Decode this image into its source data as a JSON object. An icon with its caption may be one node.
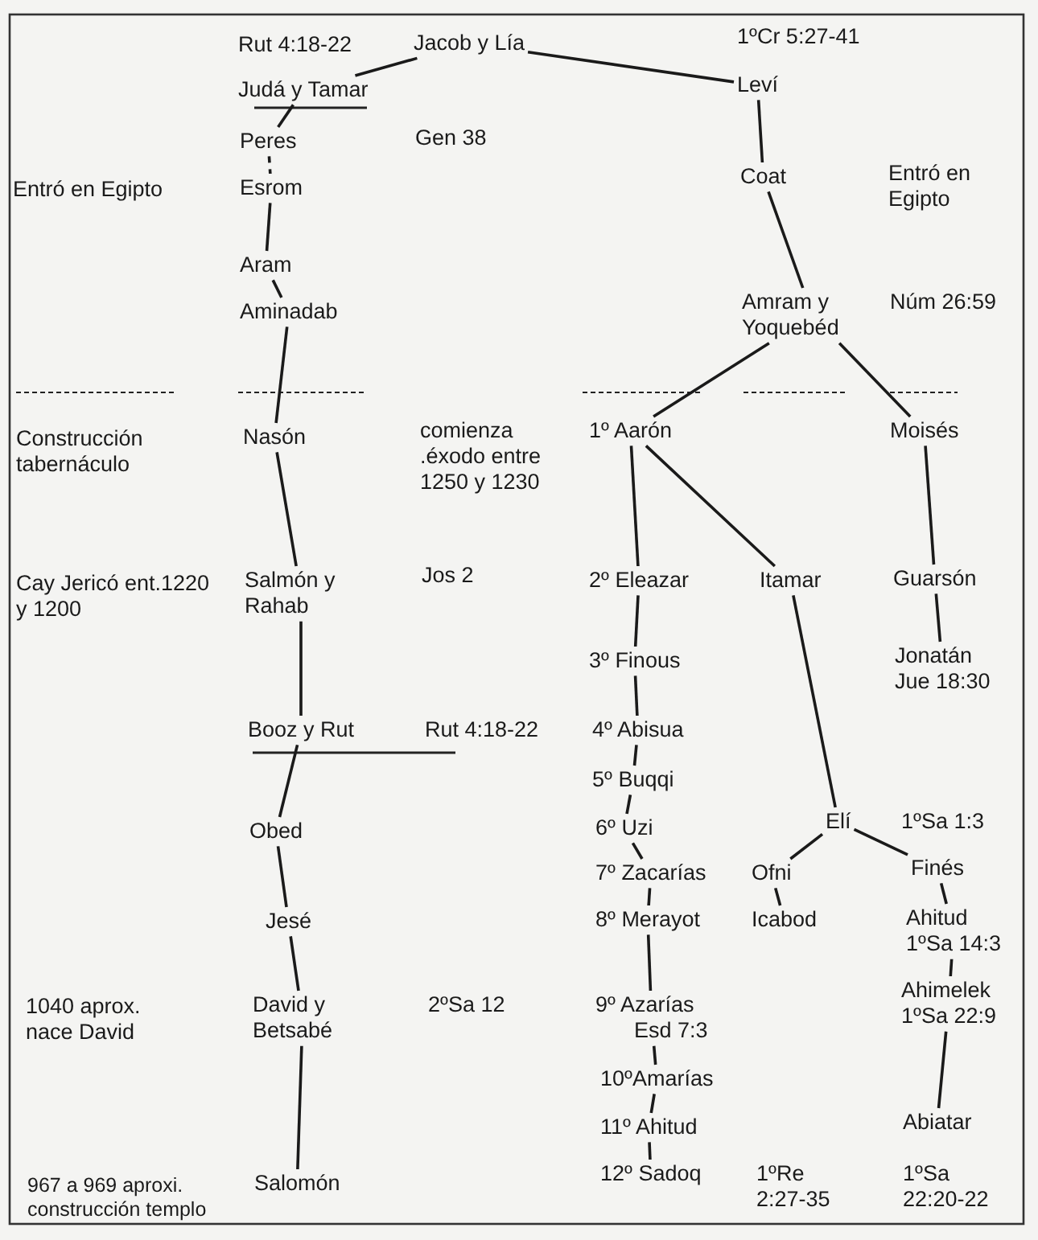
{
  "diagram": {
    "nodes": [
      {
        "text": [
          "Jacob y Lía"
        ]
      },
      {
        "text": [
          "Judá y Tamar"
        ]
      },
      {
        "text": [
          "Leví"
        ]
      },
      {
        "text": [
          "Peres"
        ]
      },
      {
        "text": [
          "Esrom"
        ]
      },
      {
        "text": [
          "Coat"
        ]
      },
      {
        "text": [
          "Aram"
        ]
      },
      {
        "text": [
          "Aminadab"
        ]
      },
      {
        "text": [
          "Amram y Yoquebéd"
        ]
      },
      {
        "text": [
          "Nasón"
        ]
      },
      {
        "text": [
          "1º Aarón"
        ]
      },
      {
        "text": [
          "Moisés"
        ]
      },
      {
        "text": [
          "Salmón y Rahab"
        ]
      },
      {
        "text": [
          "2º Eleazar"
        ]
      },
      {
        "text": [
          "Itamar"
        ]
      },
      {
        "text": [
          "Guarsón"
        ]
      },
      {
        "text": [
          "3º Finous"
        ]
      },
      {
        "text": [
          "Jonatán"
        ],
        "beside": [
          "Jue 18:30"
        ]
      },
      {
        "text": [
          "Booz y Rut"
        ]
      },
      {
        "text": [
          "4º Abisua"
        ]
      },
      {
        "text": [
          "5º Buqqi"
        ]
      },
      {
        "text": [
          "Obed"
        ]
      },
      {
        "text": [
          "6º Uzi"
        ]
      },
      {
        "text": [
          "Elí"
        ]
      },
      {
        "text": [
          "7º Zacarías"
        ]
      },
      {
        "text": [
          "Ofni"
        ]
      },
      {
        "text": [
          "Finés"
        ]
      },
      {
        "text": [
          "8º Merayot"
        ]
      },
      {
        "text": [
          "Icabod"
        ]
      },
      {
        "text": [
          "Ahitud"
        ],
        "beside": [
          "1ºSa 14:3"
        ]
      },
      {
        "text": [
          "Jesé"
        ]
      },
      {
        "text": [
          "David y Betsabé"
        ]
      },
      {
        "text": [
          "9º Azarías"
        ],
        "beside": [
          "Esd 7:3"
        ]
      },
      {
        "text": [
          "Ahimelek"
        ],
        "beside": [
          "1ºSa 22:9"
        ]
      },
      {
        "text": [
          "10ºAmarías"
        ]
      },
      {
        "text": [
          "11º Ahitud"
        ]
      },
      {
        "text": [
          "Abiatar"
        ]
      },
      {
        "text": [
          "12º Sadoq"
        ]
      },
      {
        "text": [
          "Salomón"
        ]
      }
    ],
    "edges": [
      {
        "from": 0,
        "to": 1,
        "arrow": "none"
      },
      {
        "from": 0,
        "to": 2,
        "arrow": "none"
      },
      {
        "from": 1,
        "to": 3,
        "arrow": "none"
      },
      {
        "from": 3,
        "to": 4,
        "arrow": "none",
        "style": "dashed"
      },
      {
        "from": 4,
        "to": 6,
        "arrow": "none"
      },
      {
        "from": 6,
        "to": 7,
        "arrow": "none"
      },
      {
        "from": 7,
        "to": 9,
        "arrow": "none"
      },
      {
        "from": 9,
        "to": 12,
        "arrow": "none"
      },
      {
        "from": 12,
        "to": 18,
        "arrow": "none"
      },
      {
        "from": 18,
        "to": 21,
        "arrow": "none"
      },
      {
        "from": 21,
        "to": 30,
        "arrow": "none"
      },
      {
        "from": 30,
        "to": 31,
        "arrow": "none"
      },
      {
        "from": 31,
        "to": 38,
        "arrow": "none"
      },
      {
        "from": 2,
        "to": 5,
        "arrow": "none"
      },
      {
        "from": 5,
        "to": 8,
        "arrow": "none"
      },
      {
        "from": 8,
        "to": 10,
        "arrow": "none"
      },
      {
        "from": 8,
        "to": 11,
        "arrow": "none"
      },
      {
        "from": 10,
        "to": 13,
        "arrow": "none"
      },
      {
        "from": 10,
        "to": 14,
        "arrow": "none"
      },
      {
        "from": 13,
        "to": 16,
        "arrow": "none"
      },
      {
        "from": 16,
        "to": 19,
        "arrow": "none"
      },
      {
        "from": 19,
        "to": 20,
        "arrow": "none"
      },
      {
        "from": 20,
        "to": 22,
        "arrow": "none"
      },
      {
        "from": 22,
        "to": 24,
        "arrow": "none"
      },
      {
        "from": 24,
        "to": 27,
        "arrow": "none"
      },
      {
        "from": 27,
        "to": 32,
        "arrow": "none"
      },
      {
        "from": 32,
        "to": 34,
        "arrow": "none"
      },
      {
        "from": 34,
        "to": 35,
        "arrow": "none"
      },
      {
        "from": 35,
        "to": 37,
        "arrow": "none"
      },
      {
        "from": 11,
        "to": 15,
        "arrow": "none"
      },
      {
        "from": 15,
        "to": 17,
        "arrow": "none"
      },
      {
        "from": 14,
        "to": 23,
        "arrow": "none"
      },
      {
        "from": 23,
        "to": 25,
        "arrow": "none"
      },
      {
        "from": 23,
        "to": 26,
        "arrow": "none"
      },
      {
        "from": 25,
        "to": 28,
        "arrow": "none"
      },
      {
        "from": 26,
        "to": 29,
        "arrow": "none"
      },
      {
        "from": 29,
        "to": 33,
        "arrow": "none"
      },
      {
        "from": 33,
        "to": 36,
        "arrow": "none"
      }
    ],
    "labels": [
      "Rut 4:18-22",
      "1ºCr 5:27-41",
      "Gen 38",
      "Entró en Egipto",
      "Entró en Egipto",
      "Núm 26:59",
      "Construcción tabernáculo",
      "comienza .éxodo entre 1250 y 1230",
      "Cay Jericó ent.1220 y 1200",
      "Jos 2",
      "Rut 4:18-22",
      "1ºSa 1:3",
      "1040 aprox. nace David",
      "2ºSa 12",
      "967 a 969 aproxi. construcción templo",
      "1ºRe 2:27-35",
      "1ºSa 22:20-22"
    ]
  }
}
